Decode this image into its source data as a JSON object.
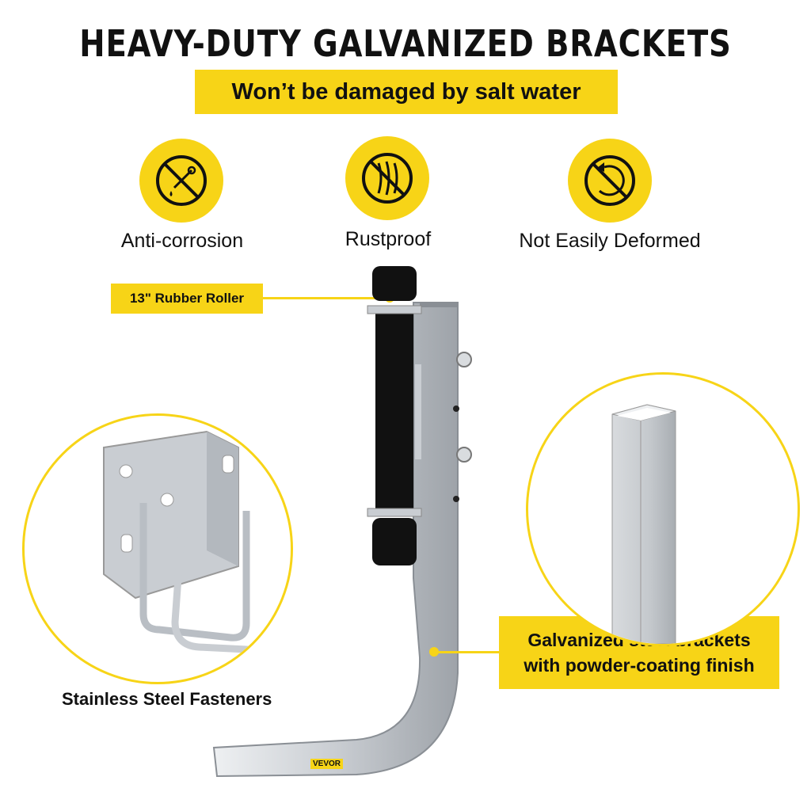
{
  "header": {
    "title": "HEAVY-DUTY GALVANIZED BRACKETS",
    "subtitle": "Won’t be damaged by salt water"
  },
  "features": [
    {
      "label": "Anti-corrosion",
      "icon": "no-corrosion-icon"
    },
    {
      "label": "Rustproof",
      "icon": "no-rust-icon"
    },
    {
      "label": "Not Easily Deformed",
      "icon": "no-deform-icon"
    }
  ],
  "callouts": {
    "roller": "13\" Rubber Roller",
    "finish_line1": "Galvanized steel brackets",
    "finish_line2": "with powder-coating finish",
    "fasteners": "Stainless Steel Fasteners"
  },
  "brand": "VEVOR",
  "colors": {
    "accent": "#f7d417",
    "text": "#111111",
    "steel": "#c9cdd2",
    "roller": "#111111"
  }
}
